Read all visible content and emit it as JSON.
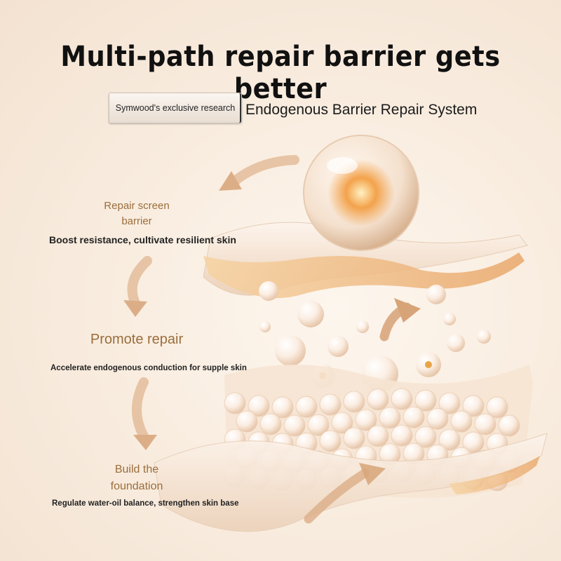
{
  "header": {
    "title": "Multi-path repair barrier gets better",
    "badge": "Symwood's exclusive research",
    "subtitle": "Endogenous Barrier Repair System"
  },
  "steps": [
    {
      "title_line1": "Repair screen",
      "title_line2": "barrier",
      "description": "Boost resistance, cultivate resilient skin"
    },
    {
      "title": "Promote repair",
      "description": "Accelerate endogenous conduction for supple skin"
    },
    {
      "title_line1": "Build the",
      "title_line2": "foundation",
      "description": "Regulate water-oil balance, strengthen skin base"
    }
  ],
  "colors": {
    "accent_gold": "#9a6e3c",
    "text_dark": "#1b1b1b",
    "background": "#f8ebdd"
  }
}
